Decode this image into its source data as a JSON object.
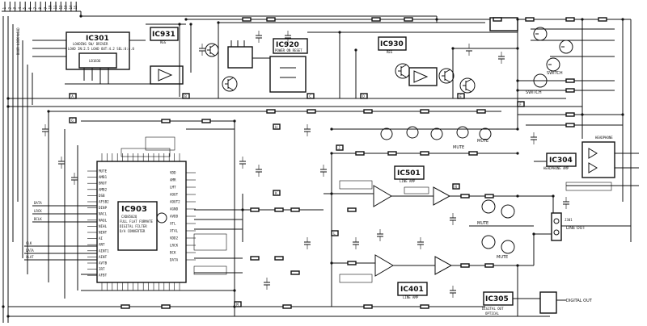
{
  "ics": {
    "ic301": {
      "name": "IC301",
      "desc1": "LOADING SW/ DRIVER",
      "desc2": "LOAD IN:2.5  LOAD OUT:4.2 SEL:0:4.0",
      "part": "LB1836"
    },
    "ic931": {
      "name": "IC931",
      "desc1": "REG"
    },
    "ic920": {
      "name": "IC920",
      "desc1": "POWER ON RESET"
    },
    "ic930": {
      "name": "IC930",
      "desc1": "REG"
    },
    "ic903": {
      "name": "IC903",
      "desc1": "CXD8502Q",
      "desc2": "FULL FLAT FORMATE",
      "desc3": "DIGITAL FILTER",
      "desc4": "D/A CONVERTER"
    },
    "ic501": {
      "name": "IC501",
      "desc1": "LINE AMP"
    },
    "ic401": {
      "name": "IC401",
      "desc1": "LINE AMP"
    },
    "ic304": {
      "name": "IC304",
      "desc1": "HEADPHONE AMP"
    },
    "ic305": {
      "name": "IC305",
      "desc1": "DIGITAL OUT",
      "desc2": "OPTICAL"
    }
  },
  "ic903_pins_left": [
    "MUTE",
    "AMB1",
    "BROT",
    "AMB2",
    "DSB",
    "AFSB2",
    "DINP",
    "NACL",
    "NAQL",
    "NIHL",
    "NINT",
    "AI",
    "ANT",
    "AINT1",
    "AINT",
    "AVTB",
    "IRT",
    "AFBT"
  ],
  "ic903_pins_right": [
    "VDD",
    "AMR",
    "LMT",
    "AOUT",
    "AOUT2",
    "AGND",
    "AVDD",
    "XTL",
    "XTAL",
    "VDD2",
    "LRCK",
    "BCK",
    "DATA"
  ],
  "labels": {
    "line_out": "LINE OUT",
    "j301": "J301",
    "digital_out": "DIGITAL OUT",
    "headphone": "HEADPHONE",
    "switch1": "SWITCH",
    "switch2": "SWITCH",
    "mute1": "MUTE",
    "mute2": "MUTE",
    "mute3": "MUTE",
    "mute4": "MUTE",
    "data_sig": "DATA",
    "lrck_sig": "LRCK",
    "bclk_sig": "BCLK",
    "clk_sig": "CLK",
    "data2_sig": "DATA",
    "xlat_sig": "XLAT",
    "top_left_bus": "DOOR LOCK LOAD"
  },
  "connector_top": [
    "1",
    "2",
    "3",
    "4",
    "5",
    "6",
    "7",
    "8",
    "9",
    "10",
    "11",
    "12",
    "13",
    "14",
    "15"
  ],
  "markers": [
    "A",
    "B",
    "C",
    "D",
    "E",
    "F",
    "G",
    "H",
    "J",
    "K",
    "L",
    "M",
    "N"
  ]
}
